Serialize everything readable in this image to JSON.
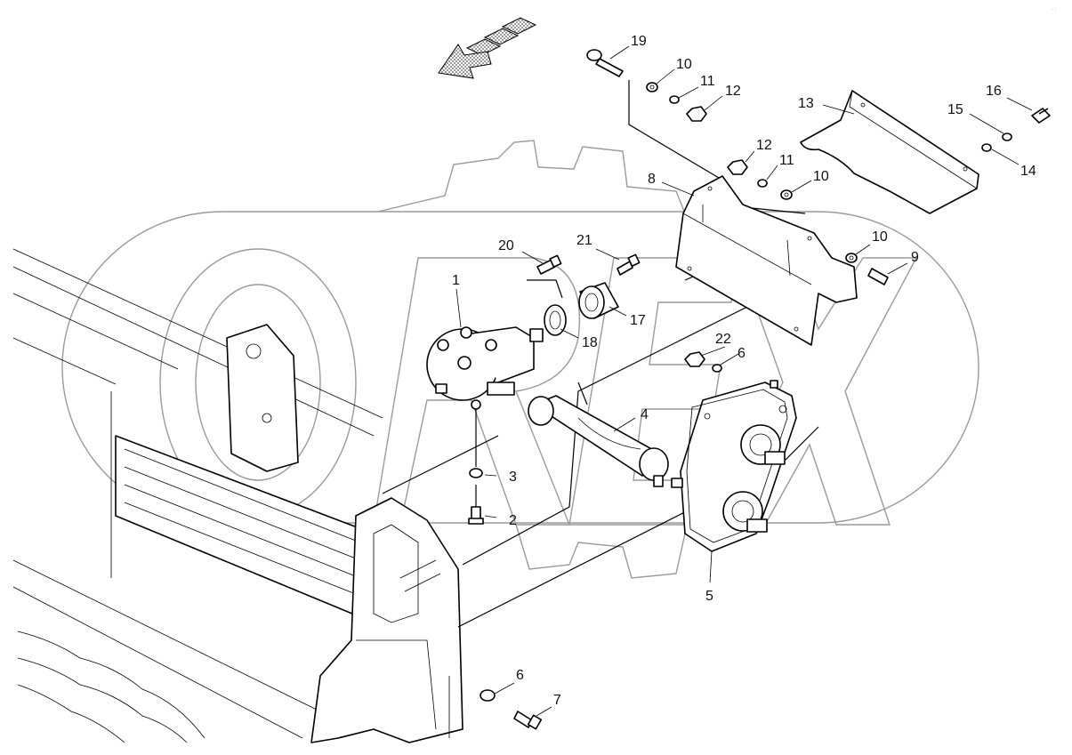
{
  "diagram": {
    "corner_mark": "· ·",
    "callouts": [
      {
        "id": "c1",
        "label": "1"
      },
      {
        "id": "c2",
        "label": "2"
      },
      {
        "id": "c3",
        "label": "3"
      },
      {
        "id": "c4",
        "label": "4"
      },
      {
        "id": "c5",
        "label": "5"
      },
      {
        "id": "c6a",
        "label": "6"
      },
      {
        "id": "c6b",
        "label": "6"
      },
      {
        "id": "c7",
        "label": "7"
      },
      {
        "id": "c8",
        "label": "8"
      },
      {
        "id": "c9",
        "label": "9"
      },
      {
        "id": "c10a",
        "label": "10"
      },
      {
        "id": "c10b",
        "label": "10"
      },
      {
        "id": "c10c",
        "label": "10"
      },
      {
        "id": "c11a",
        "label": "11"
      },
      {
        "id": "c11b",
        "label": "11"
      },
      {
        "id": "c12a",
        "label": "12"
      },
      {
        "id": "c12b",
        "label": "12"
      },
      {
        "id": "c13",
        "label": "13"
      },
      {
        "id": "c14",
        "label": "14"
      },
      {
        "id": "c15",
        "label": "15"
      },
      {
        "id": "c16",
        "label": "16"
      },
      {
        "id": "c17",
        "label": "17"
      },
      {
        "id": "c18",
        "label": "18"
      },
      {
        "id": "c19",
        "label": "19"
      },
      {
        "id": "c20",
        "label": "20"
      },
      {
        "id": "c21",
        "label": "21"
      },
      {
        "id": "c22",
        "label": "22"
      }
    ],
    "colors": {
      "line": "#000000",
      "watermark": "#9a9a9a",
      "arrow_fill": "#b5b5b5"
    }
  }
}
